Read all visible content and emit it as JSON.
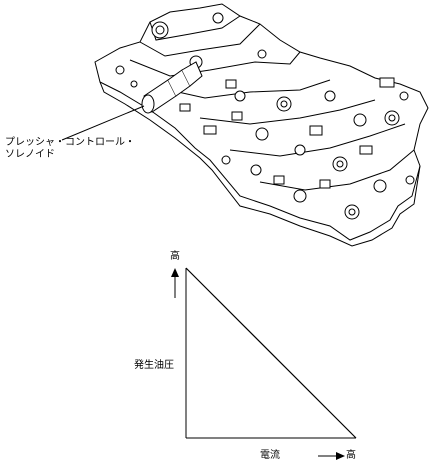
{
  "illustration": {
    "component": "valve-body-assembly",
    "callout": "プレッシャ・コントロール・ソレノイド",
    "callout_line1": "プレッシャ・コントロール・",
    "callout_line2": "ソレノイド"
  },
  "chart_data": {
    "type": "line",
    "xlabel": "電流",
    "ylabel": "発生油圧",
    "y_high_label": "高",
    "x_high_label": "高",
    "series": [
      {
        "x": [
          0,
          1
        ],
        "values": [
          1,
          0
        ]
      }
    ],
    "xlim": [
      0,
      1
    ],
    "ylim": [
      0,
      1
    ],
    "grid": false
  },
  "colors": {
    "ink": "#000000",
    "paper": "#ffffff"
  }
}
